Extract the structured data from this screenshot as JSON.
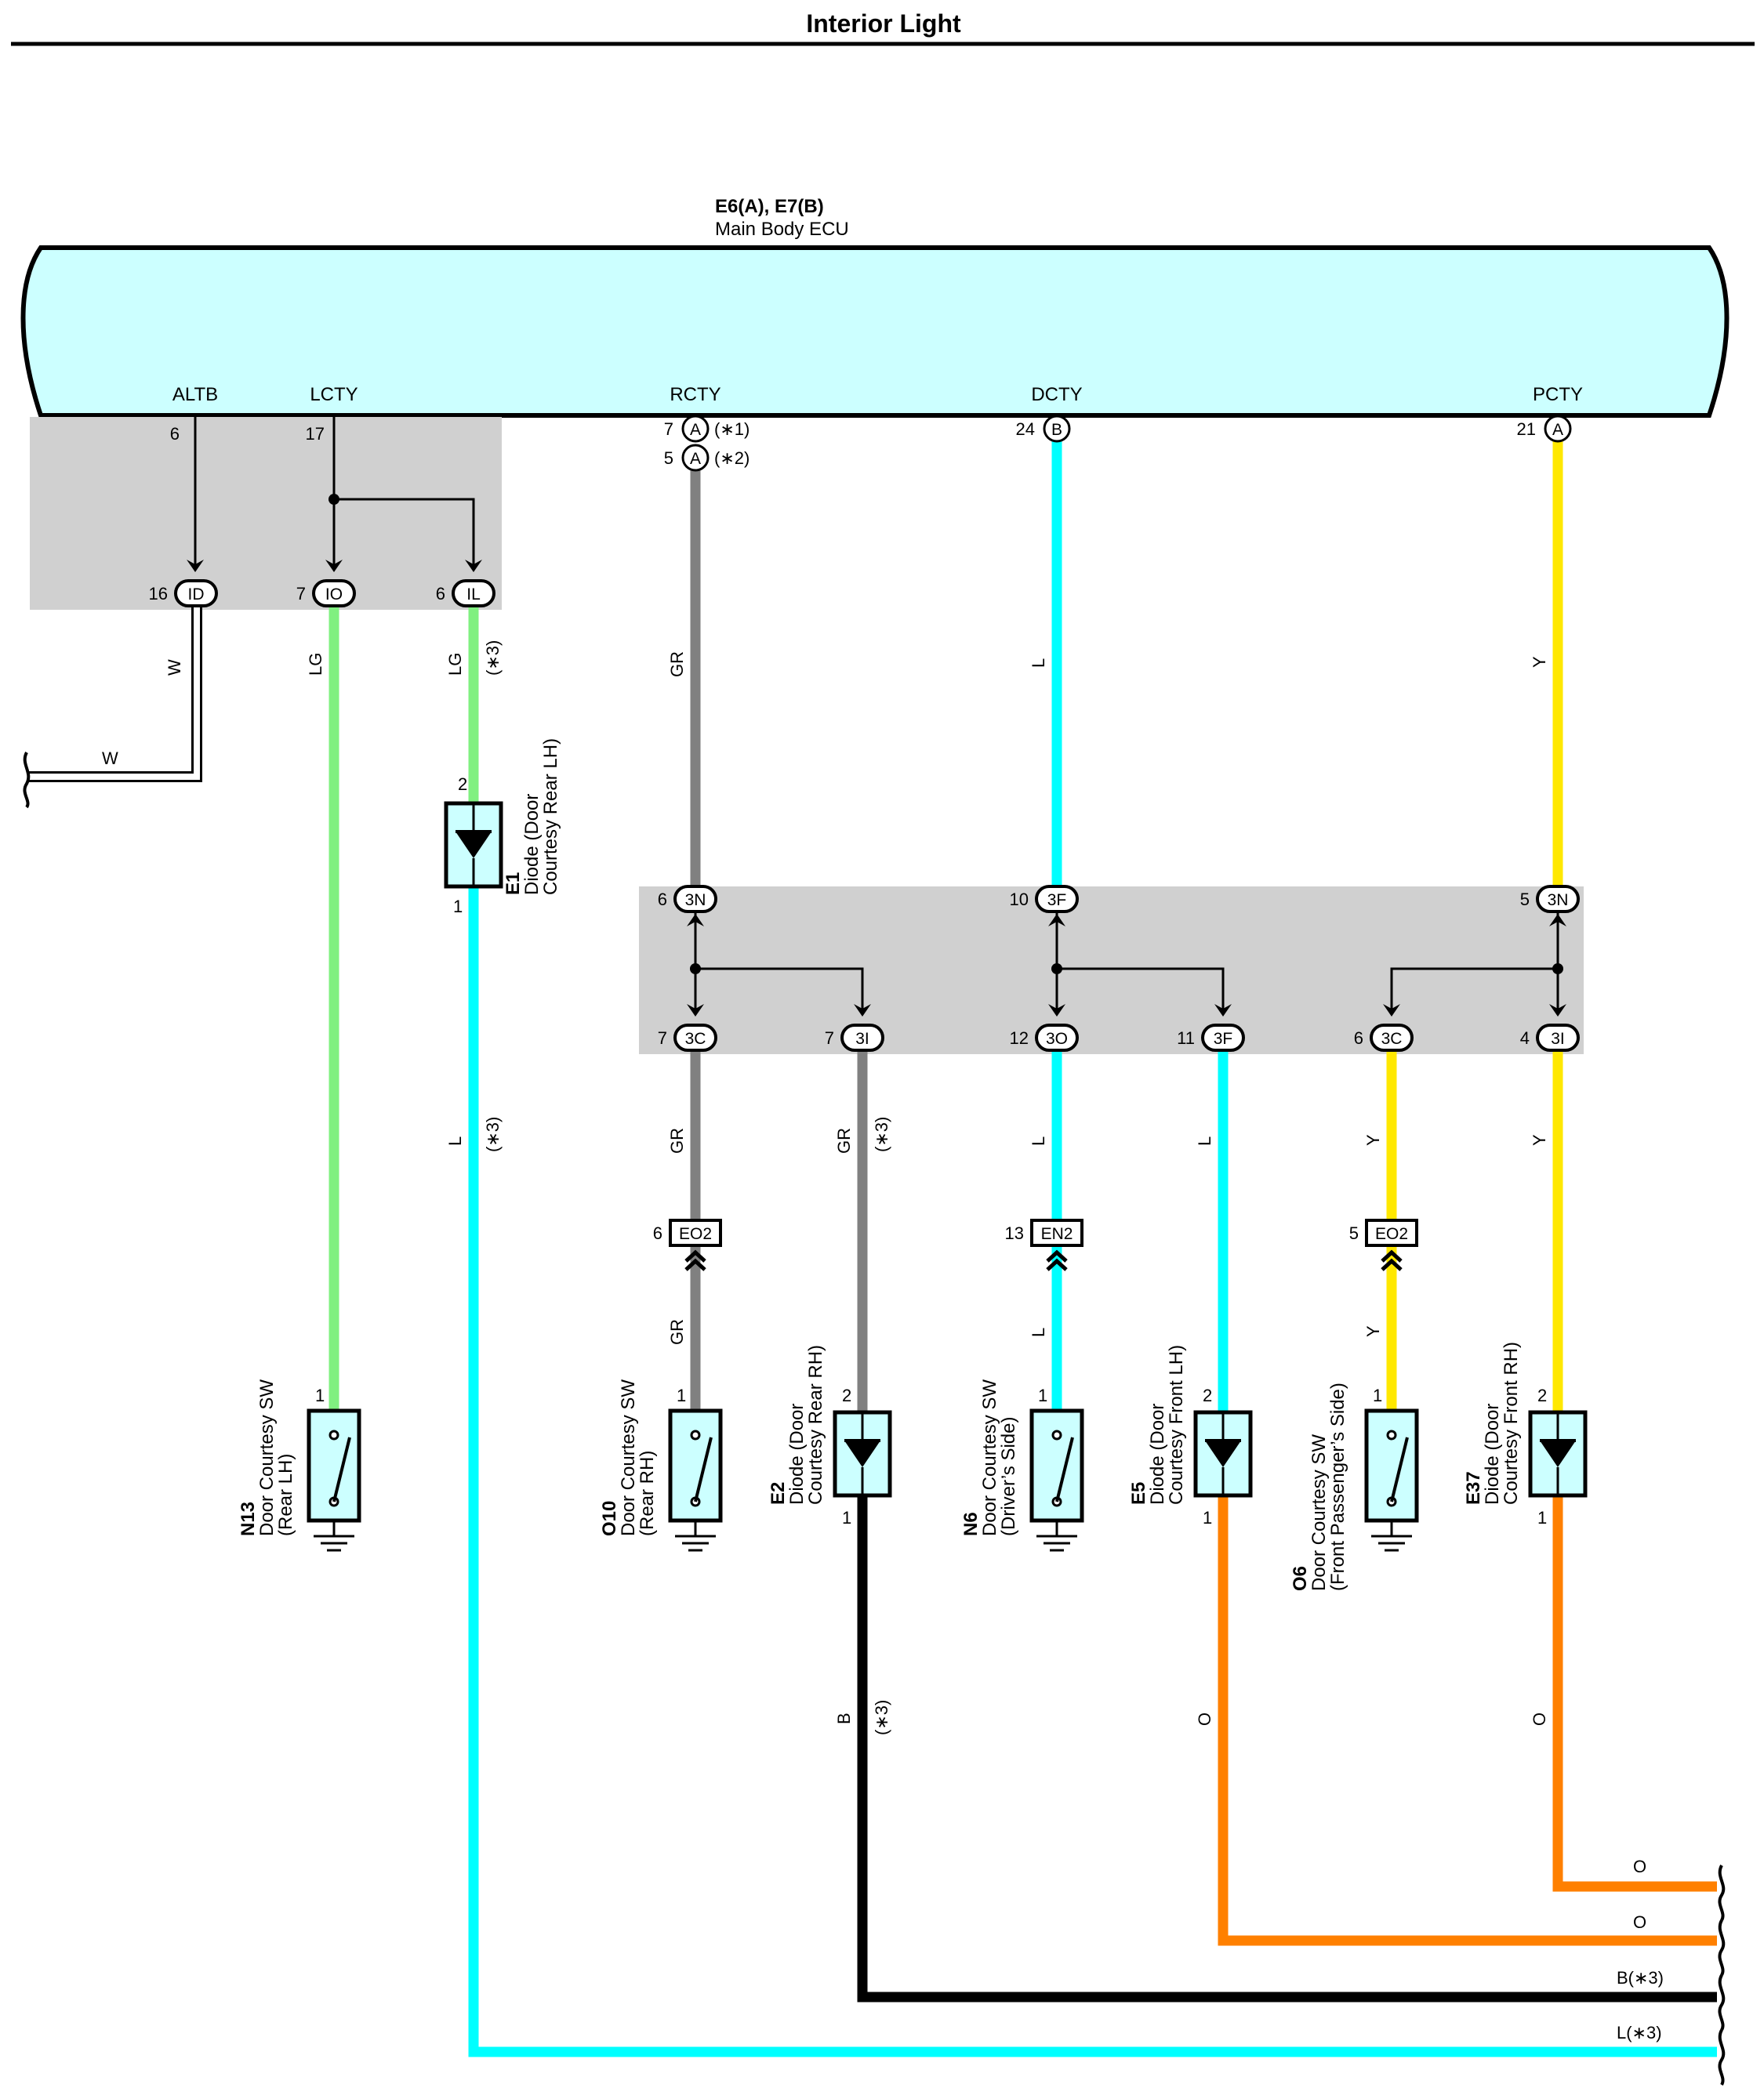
{
  "title": "Interior Light",
  "ecu": {
    "id": "E6(A), E7(B)",
    "name": "Main Body ECU"
  },
  "ecu_terminals": {
    "altb": "ALTB",
    "lcty": "LCTY",
    "rcty": "RCTY",
    "dcty": "DCTY",
    "pcty": "PCTY"
  },
  "ecu_pins": {
    "altb": "6",
    "lcty": "17",
    "rcty_1": "7",
    "rcty_2": "5",
    "dcty": "24",
    "pcty": "21",
    "rcty_conn": "A",
    "dcty_conn": "B",
    "pcty_conn": "A",
    "note1": "(∗1)",
    "note2": "(∗2)"
  },
  "junction_top": [
    {
      "pin": "16",
      "code": "ID"
    },
    {
      "pin": "7",
      "code": "IO"
    },
    {
      "pin": "6",
      "code": "IL"
    }
  ],
  "junction_mid_in": [
    {
      "pin": "6",
      "code": "3N"
    },
    {
      "pin": "10",
      "code": "3F"
    },
    {
      "pin": "5",
      "code": "3N"
    }
  ],
  "junction_mid_out": [
    {
      "pin": "7",
      "code": "3C"
    },
    {
      "pin": "7",
      "code": "3I"
    },
    {
      "pin": "12",
      "code": "3O"
    },
    {
      "pin": "11",
      "code": "3F"
    },
    {
      "pin": "6",
      "code": "3C"
    },
    {
      "pin": "4",
      "code": "3I"
    }
  ],
  "inline_connectors": [
    {
      "pin": "6",
      "code": "EO2"
    },
    {
      "pin": "13",
      "code": "EN2"
    },
    {
      "pin": "5",
      "code": "EO2"
    }
  ],
  "wire_colors": {
    "w": "W",
    "lg": "LG",
    "gr": "GR",
    "l": "L",
    "y": "Y",
    "b": "B",
    "o": "O",
    "star3": "(∗3)"
  },
  "right_labels": {
    "o1": "O",
    "o2": "O",
    "b": "B(∗3)",
    "l": "L(∗3)"
  },
  "components": {
    "e1": {
      "code": "E1",
      "line1": "Diode (Door",
      "line2": "Courtesy Rear LH)",
      "pin_in": "2",
      "pin_out": "1"
    },
    "n13": {
      "code": "N13",
      "line1": "Door Courtesy SW",
      "line2": "(Rear LH)",
      "pin": "1"
    },
    "o10": {
      "code": "O10",
      "line1": "Door Courtesy SW",
      "line2": "(Rear RH)",
      "pin": "1"
    },
    "e2": {
      "code": "E2",
      "line1": "Diode (Door",
      "line2": "Courtesy Rear RH)",
      "pin_in": "2",
      "pin_out": "1"
    },
    "n6": {
      "code": "N6",
      "line1": "Door Courtesy SW",
      "line2": "(Driver’s Side)",
      "pin": "1"
    },
    "e5": {
      "code": "E5",
      "line1": "Diode (Door",
      "line2": "Courtesy Front LH)",
      "pin_in": "2",
      "pin_out": "1"
    },
    "o6": {
      "code": "O6",
      "line1": "Door Courtesy SW",
      "line2": "(Front Passenger’s Side)",
      "pin": "1"
    },
    "e37": {
      "code": "E37",
      "line1": "Diode (Door",
      "line2": "Courtesy Front RH)",
      "pin_in": "2",
      "pin_out": "1"
    }
  },
  "colors": {
    "ecu_fill": "#ccffff",
    "junction_fill": "#d0d0d0",
    "wire_w": "#ffffff",
    "wire_lg": "#80f080",
    "wire_gr": "#808080",
    "wire_l": "#00ffff",
    "wire_y": "#ffe800",
    "wire_b": "#000000",
    "wire_o": "#ff8000",
    "component_fill": "#ccffff"
  }
}
